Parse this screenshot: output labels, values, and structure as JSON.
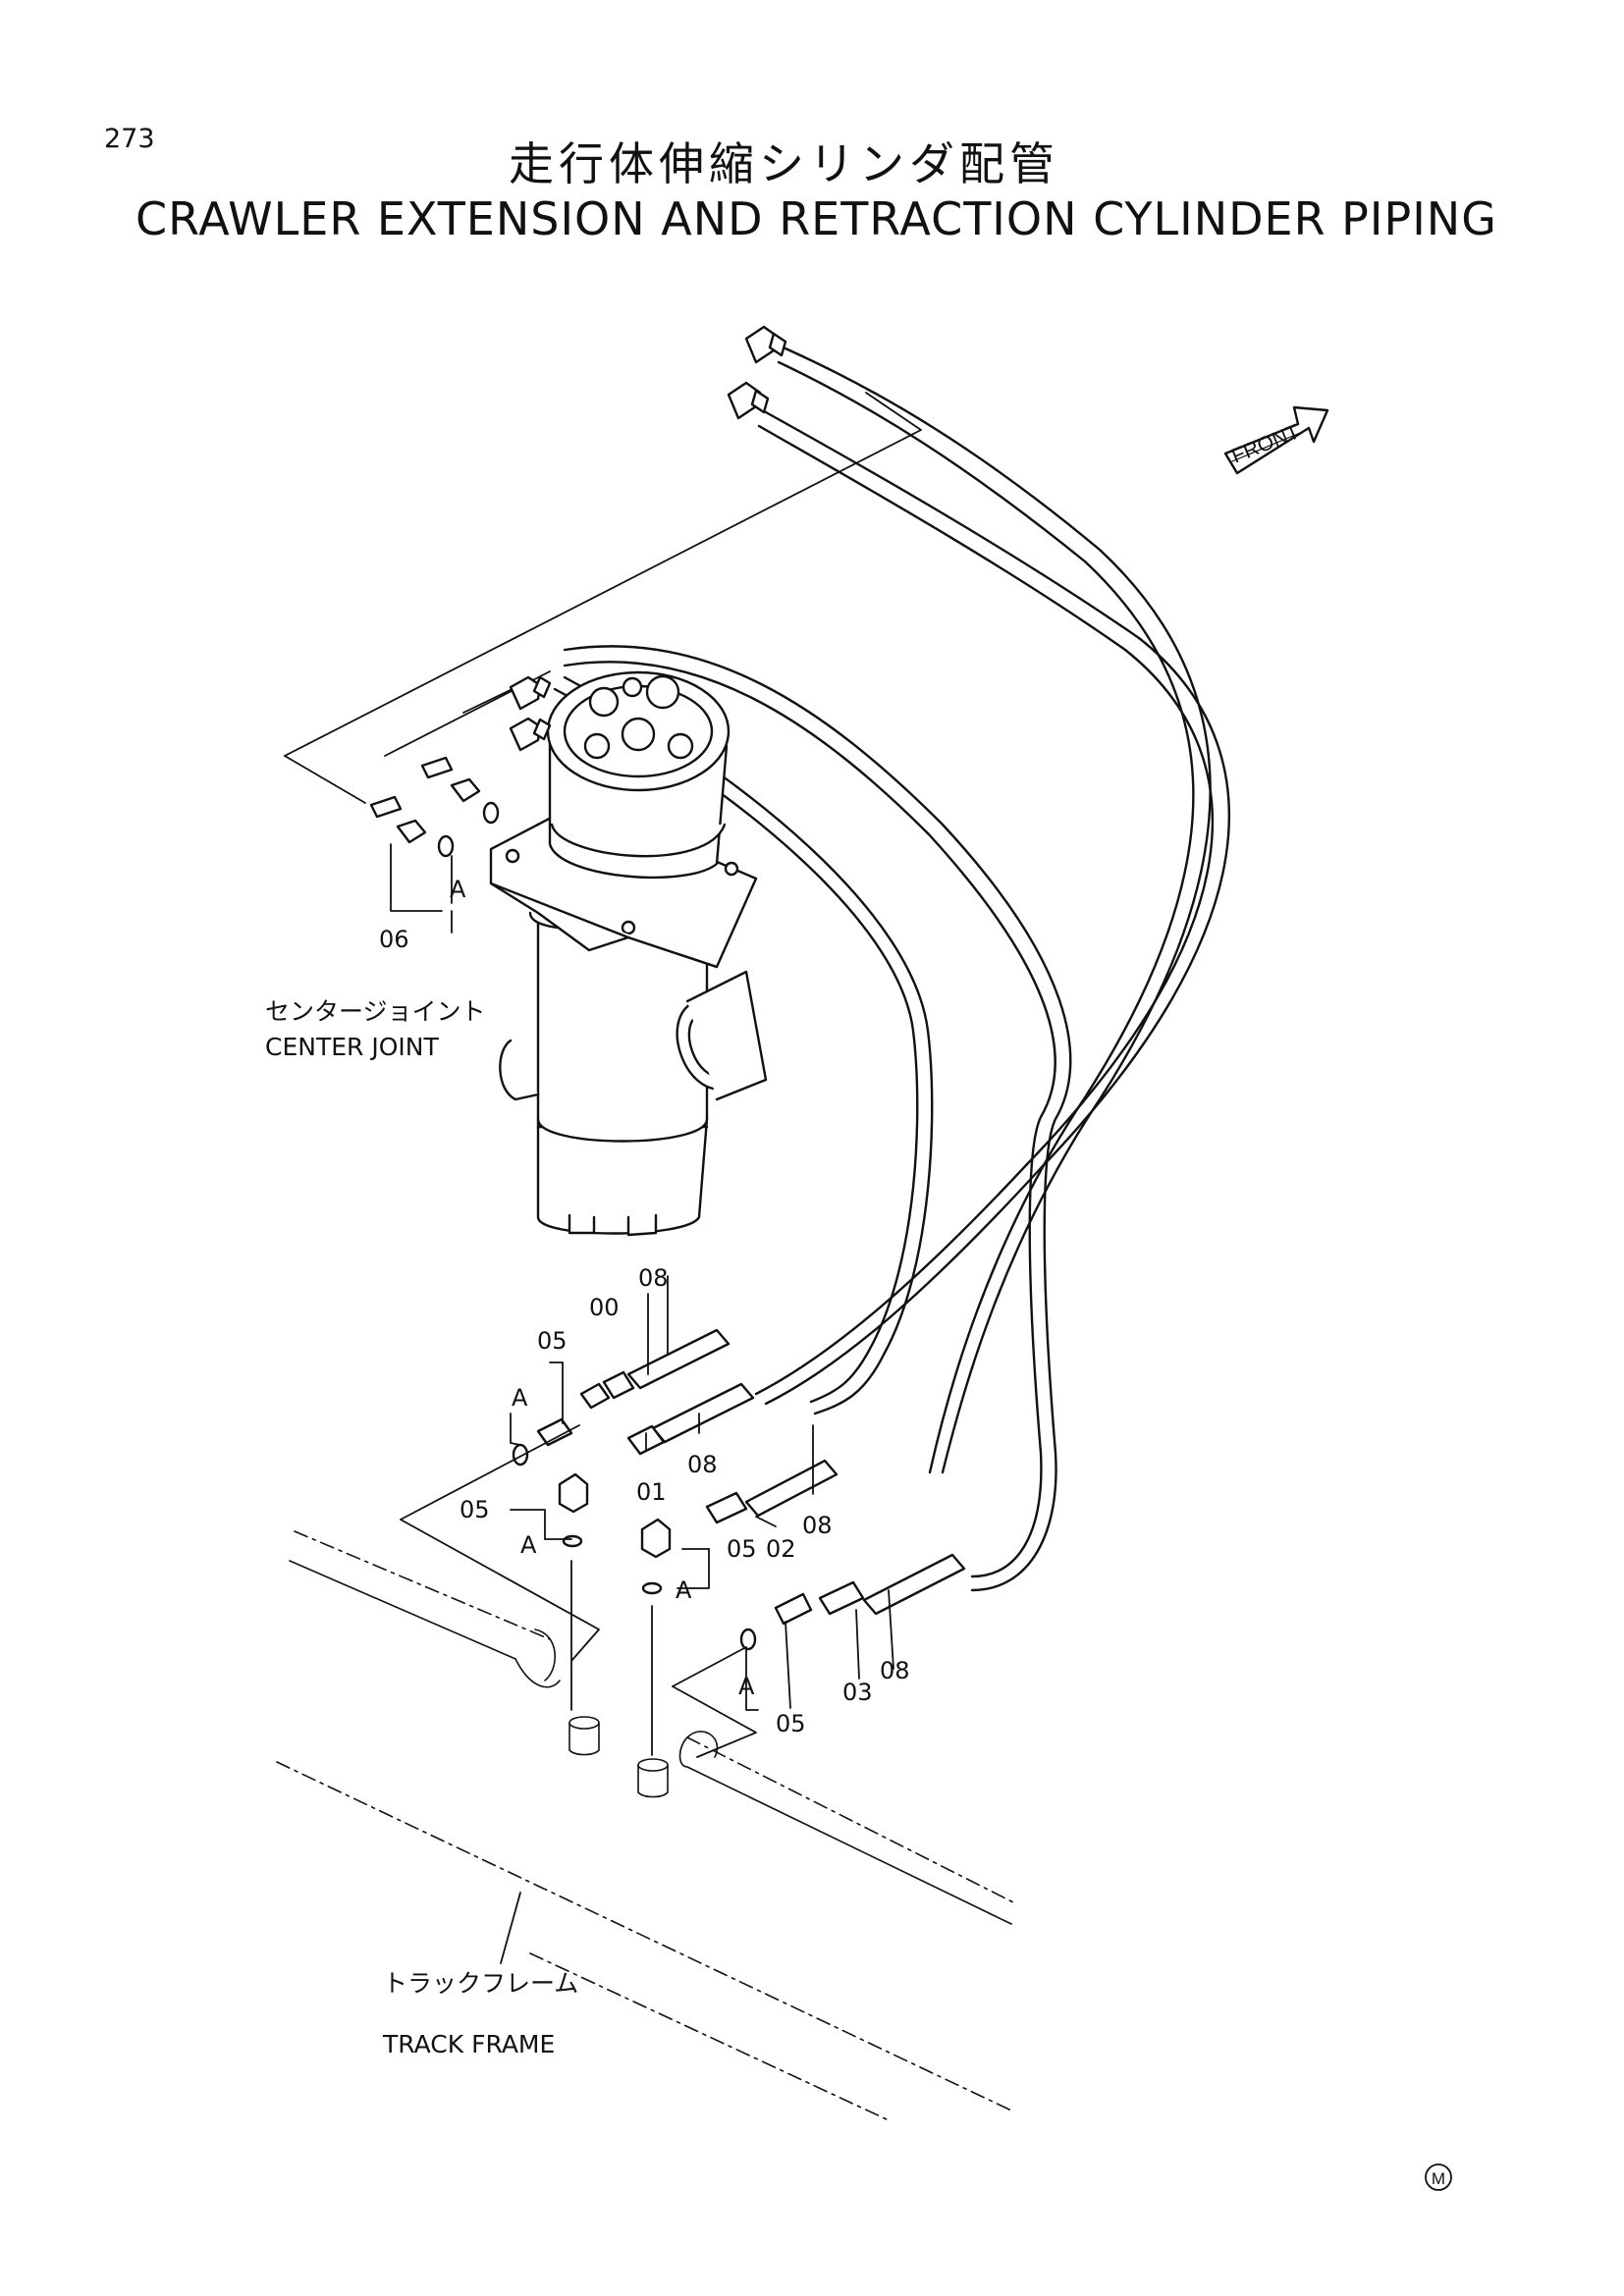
{
  "page": {
    "number": "273",
    "title_jp": "走行体伸縮シリンダ配管",
    "title_en": "CRAWLER EXTENSION AND RETRACTION CYLINDER PIPING"
  },
  "labels": {
    "front": "FRONT",
    "center_joint_jp": "センタージョイント",
    "center_joint_en": "CENTER JOINT",
    "track_frame_jp": "トラックフレーム",
    "track_frame_en": "TRACK FRAME",
    "mark": "M"
  },
  "callouts": {
    "a_top": "A",
    "n06": "06",
    "n08_top": "08",
    "n00": "00",
    "n05_top": "05",
    "a_mid": "A",
    "n08_mid": "08",
    "n01": "01",
    "n05_left": "05",
    "a_left": "A",
    "n05_mid": "05",
    "n02": "02",
    "n08_right": "08",
    "a_mid2": "A",
    "a_bottom": "A",
    "n05_bottom": "05",
    "n03": "03",
    "n08_bottom": "08"
  }
}
